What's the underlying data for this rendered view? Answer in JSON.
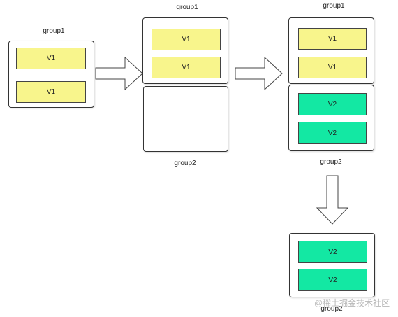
{
  "group_label": "group1",
  "group2_label": "group2",
  "v1_label": "V1",
  "v2_label": "V2",
  "watermark": "@稀土掘金技术社区",
  "colors": {
    "v1": "#f8f58c",
    "v2": "#13e8a3",
    "border": "#333333"
  },
  "stages": [
    {
      "groups": [
        {
          "name": "group1",
          "items": [
            "V1",
            "V1"
          ]
        }
      ]
    },
    {
      "groups": [
        {
          "name": "group1",
          "items": [
            "V1",
            "V1"
          ]
        },
        {
          "name": "group2",
          "items": []
        }
      ]
    },
    {
      "groups": [
        {
          "name": "group1",
          "items": [
            "V1",
            "V1"
          ]
        },
        {
          "name": "group2",
          "items": [
            "V2",
            "V2"
          ]
        }
      ]
    },
    {
      "groups": [
        {
          "name": "group2",
          "items": [
            "V2",
            "V2"
          ]
        }
      ]
    }
  ]
}
